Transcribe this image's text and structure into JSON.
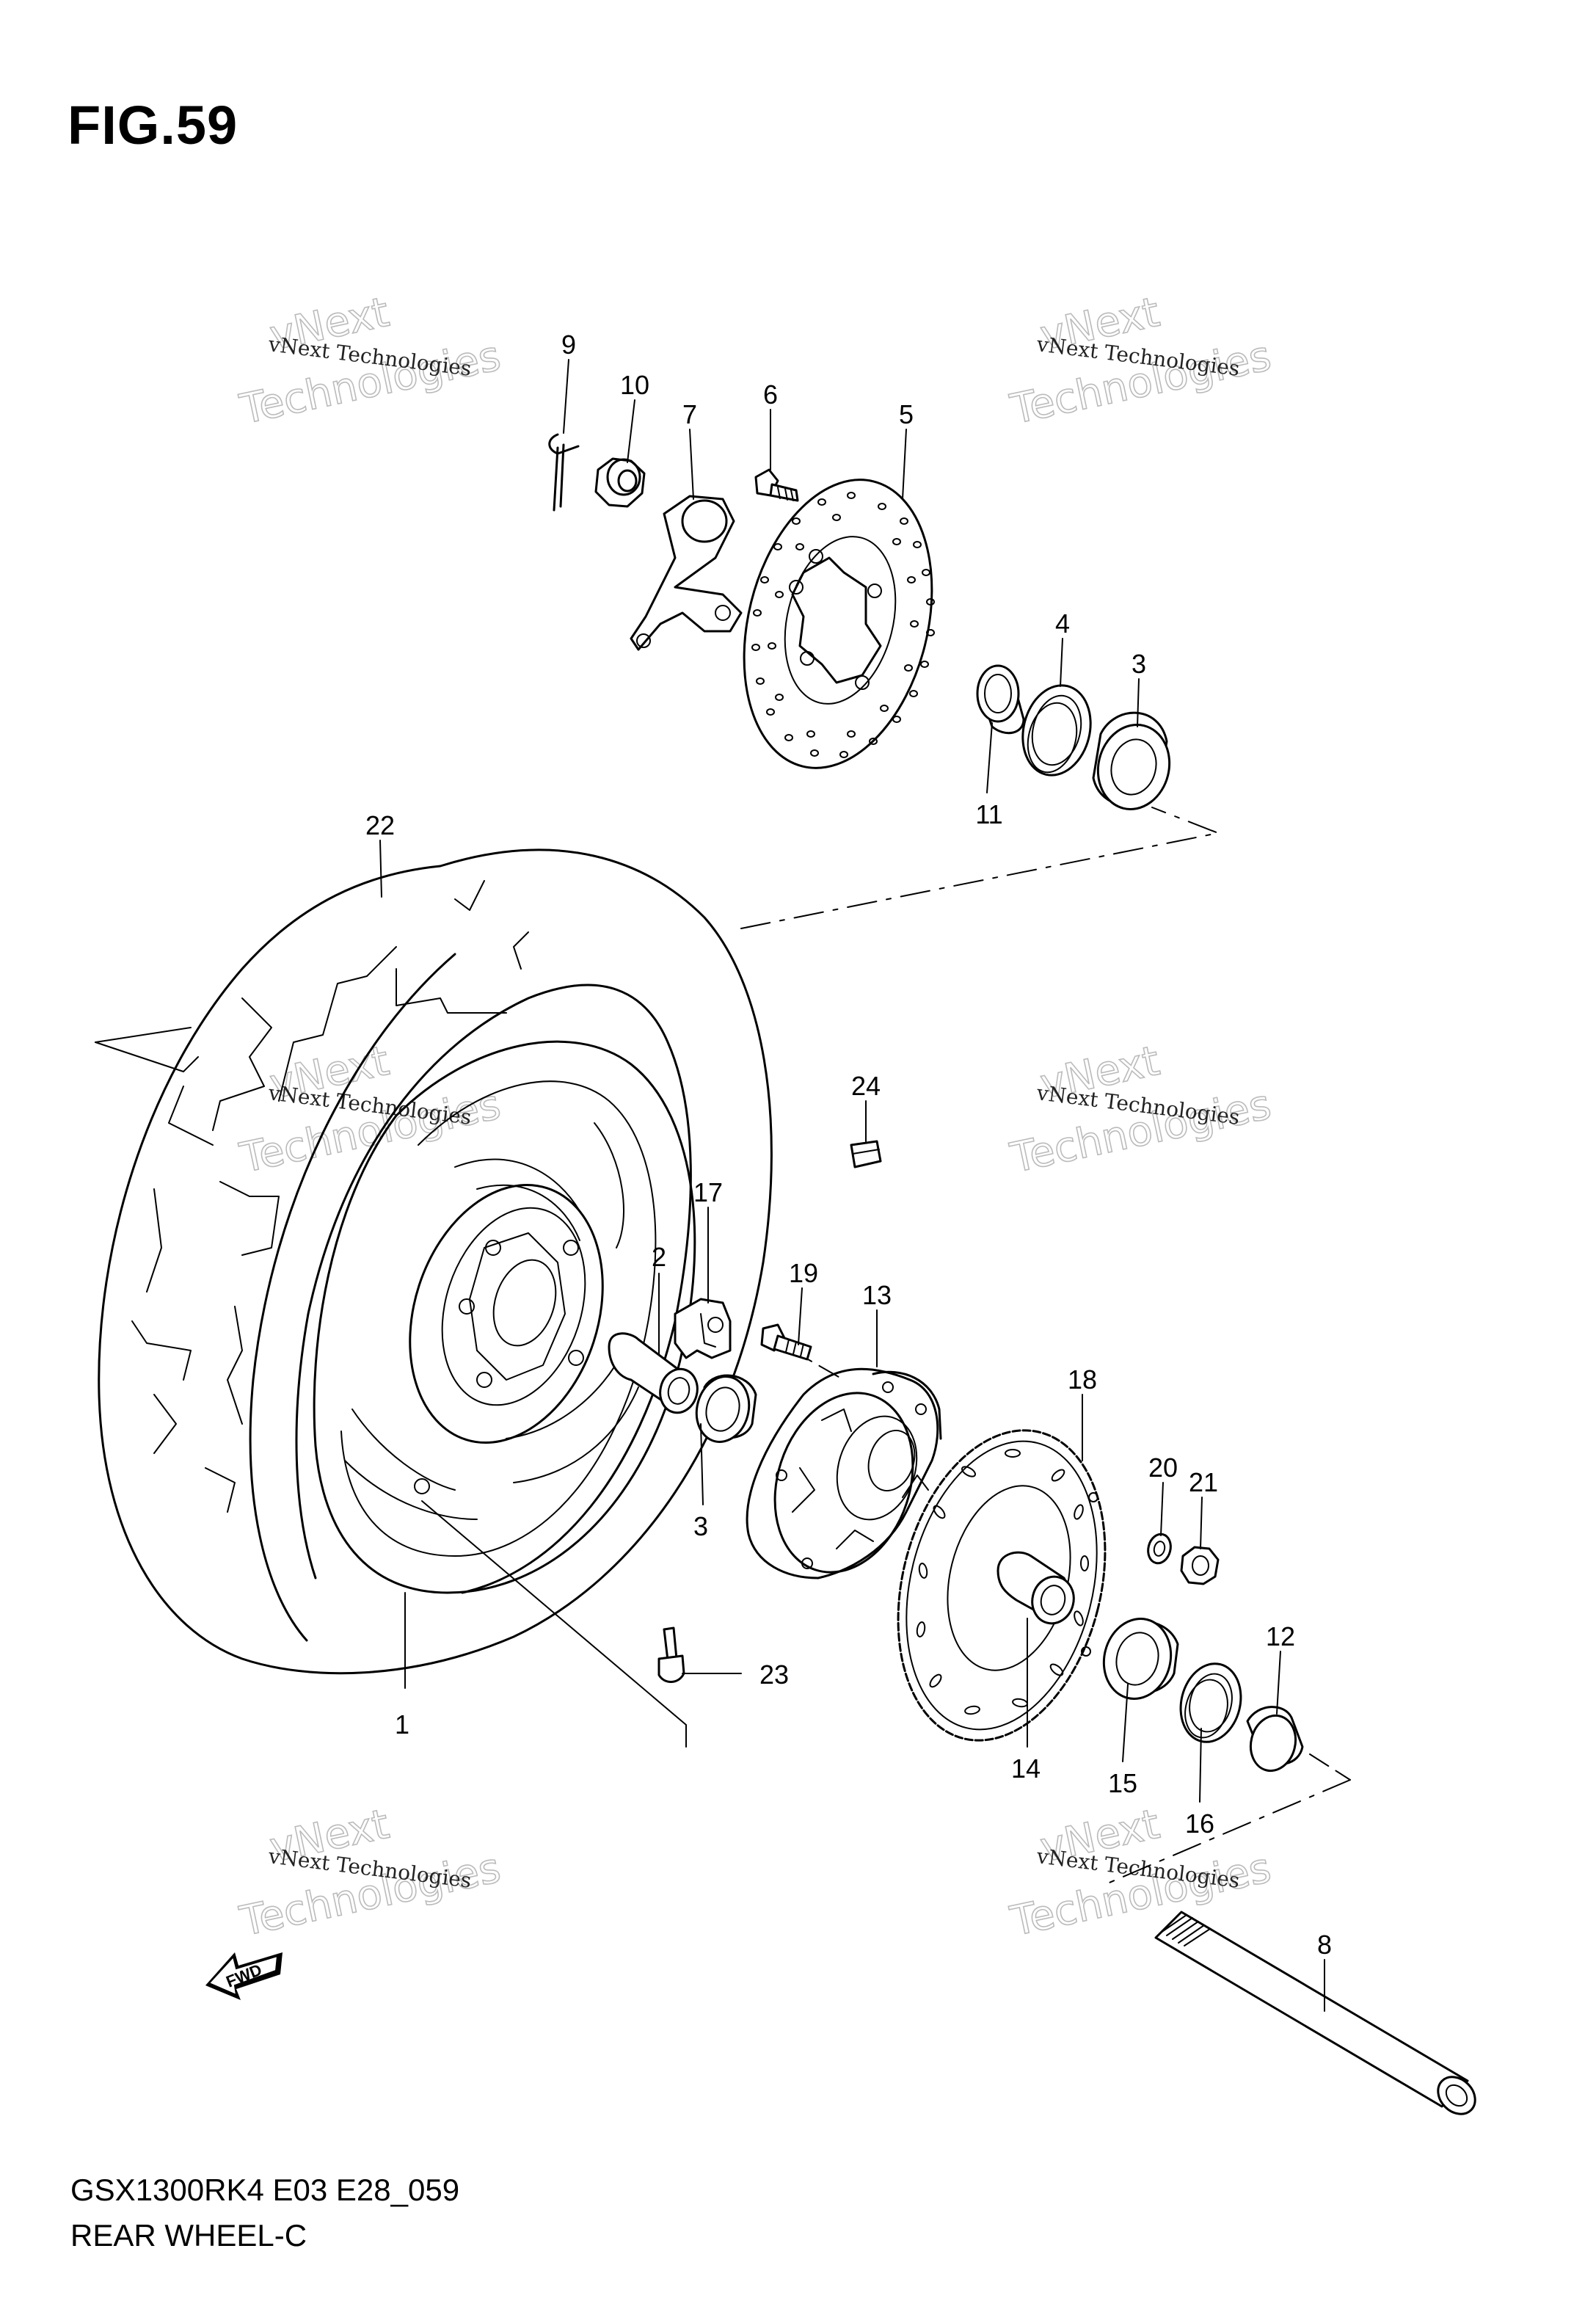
{
  "figure": {
    "title": "FIG.59",
    "model_code": "GSX1300RK4 E03 E28_059",
    "section_name": "REAR WHEEL-C"
  },
  "watermark": {
    "company": "vNext Technologies",
    "word_top": "vNext",
    "word_bottom": "Technologies"
  },
  "direction_marker": "FWD",
  "callouts": [
    {
      "num": "1",
      "part": "rear-wheel"
    },
    {
      "num": "2",
      "part": "spacer"
    },
    {
      "num": "3",
      "part": "bearing"
    },
    {
      "num": "3",
      "part": "bearing"
    },
    {
      "num": "4",
      "part": "oil-seal"
    },
    {
      "num": "5",
      "part": "brake-disc"
    },
    {
      "num": "6",
      "part": "disc-bolt"
    },
    {
      "num": "7",
      "part": "caliper-bracket"
    },
    {
      "num": "8",
      "part": "axle"
    },
    {
      "num": "9",
      "part": "cotter-pin"
    },
    {
      "num": "10",
      "part": "axle-nut"
    },
    {
      "num": "11",
      "part": "spacer"
    },
    {
      "num": "12",
      "part": "spacer"
    },
    {
      "num": "13",
      "part": "sprocket-mounting-drum"
    },
    {
      "num": "14",
      "part": "retainer"
    },
    {
      "num": "15",
      "part": "bearing"
    },
    {
      "num": "16",
      "part": "oil-seal"
    },
    {
      "num": "17",
      "part": "cushion"
    },
    {
      "num": "18",
      "part": "rear-sprocket"
    },
    {
      "num": "19",
      "part": "stud-bolt"
    },
    {
      "num": "20",
      "part": "washer"
    },
    {
      "num": "21",
      "part": "nut"
    },
    {
      "num": "22",
      "part": "tire"
    },
    {
      "num": "23",
      "part": "valve"
    },
    {
      "num": "24",
      "part": "balancer-weight"
    }
  ],
  "colors": {
    "line": "#000000",
    "background": "#ffffff",
    "watermark": "#bbbbbb"
  }
}
